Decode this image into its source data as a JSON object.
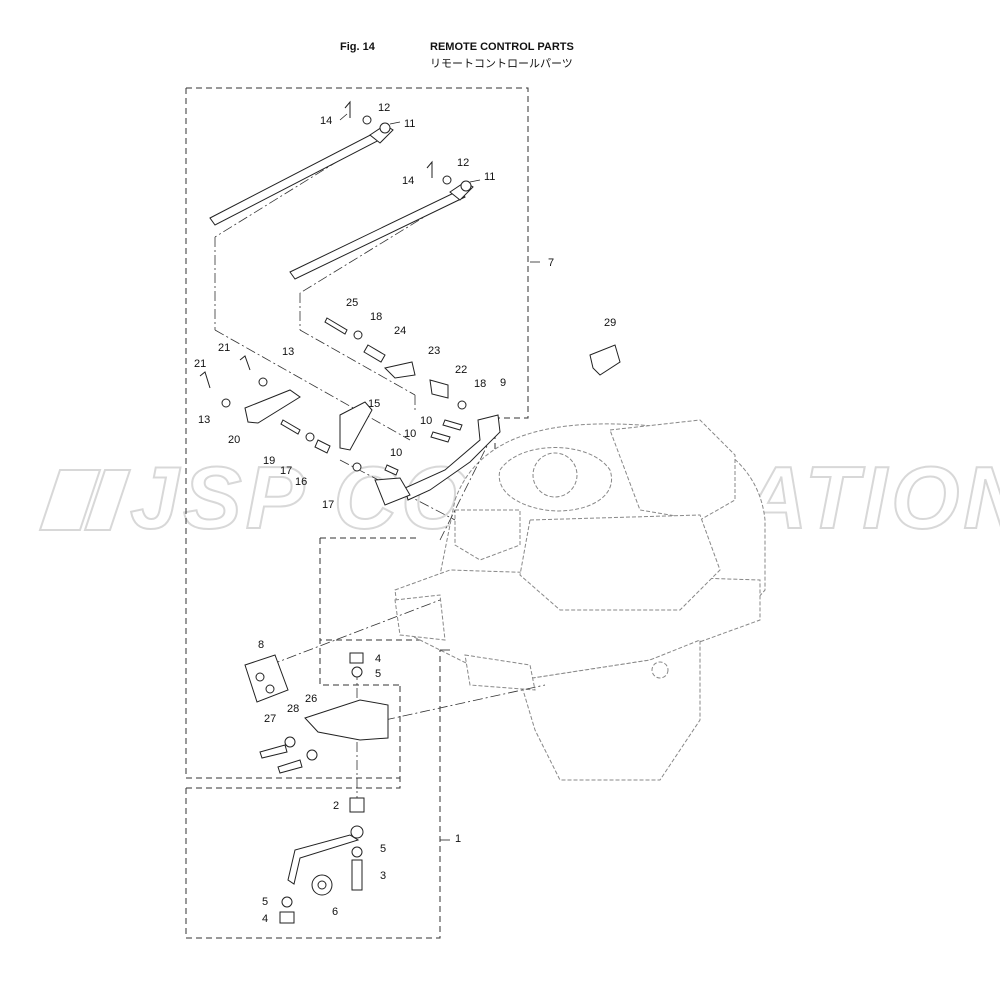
{
  "header": {
    "fig_label": "Fig. 14",
    "title_en": "REMOTE CONTROL PARTS",
    "title_jp": "リモートコントロールパーツ"
  },
  "watermark": {
    "text": "JSP CORPORATION"
  },
  "callouts": [
    "1",
    "2",
    "3",
    "4",
    "4",
    "5",
    "5",
    "5",
    "6",
    "7",
    "8",
    "9",
    "10",
    "10",
    "10",
    "11",
    "11",
    "12",
    "12",
    "13",
    "13",
    "14",
    "14",
    "15",
    "16",
    "17",
    "17",
    "18",
    "18",
    "19",
    "20",
    "21",
    "21",
    "22",
    "23",
    "24",
    "25",
    "26",
    "27",
    "28",
    "29"
  ],
  "colors": {
    "line": "#222222",
    "engine": "#888888",
    "watermark": "#d8d8d8"
  }
}
